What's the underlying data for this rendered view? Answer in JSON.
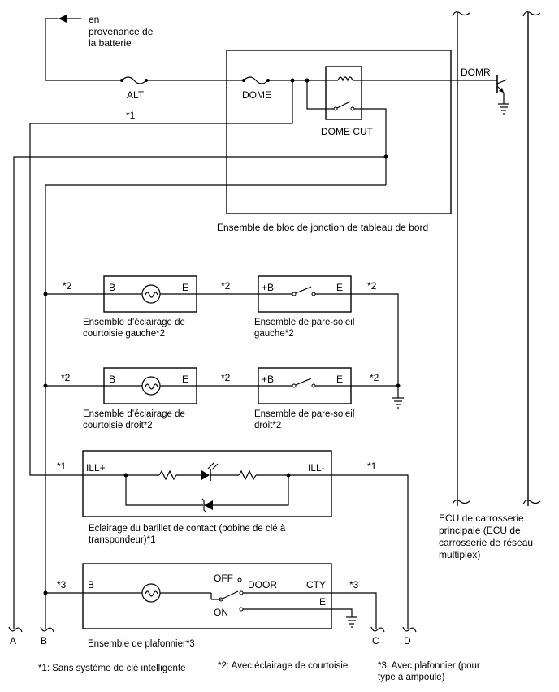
{
  "source": {
    "line1": "en",
    "line2": "provenance de",
    "line3": "la batterie"
  },
  "fuses": {
    "alt": "ALT",
    "dome": "DOME"
  },
  "relay": {
    "label": "DOME CUT"
  },
  "signal": {
    "domr": "DOMR"
  },
  "junction_block": {
    "label": "Ensemble de bloc de jonction de tableau de bord"
  },
  "ecu": {
    "line1": "ECU de carrosserie",
    "line2": "principale (ECU de",
    "line3": "carrosserie de réseau",
    "line4": "multiplex)"
  },
  "marks": {
    "n1": "*1",
    "n2": "*2",
    "n3": "*3"
  },
  "courtesy_left": {
    "b": "B",
    "e": "E",
    "line1": "Ensemble d’éclairage de",
    "line2": "courtoisie gauche*2"
  },
  "visor_left": {
    "b": "+B",
    "e": "E",
    "line1": "Ensemble de pare-soleil",
    "line2": "gauche*2"
  },
  "courtesy_right": {
    "b": "B",
    "e": "E",
    "line1": "Ensemble d’éclairage de",
    "line2": "courtoisie droit*2"
  },
  "visor_right": {
    "b": "+B",
    "e": "E",
    "line1": "Ensemble de pare-soleil",
    "line2": "droit*2"
  },
  "key_cylinder": {
    "pos": "ILL+",
    "neg": "ILL-",
    "line1": "Eclairage du barillet de contact (bobine de clé à",
    "line2": "transpondeur)*1"
  },
  "dome_light": {
    "b": "B",
    "off": "OFF",
    "door": "DOOR",
    "on": "ON",
    "cty": "CTY",
    "e": "E",
    "label": "Ensemble de plafonnier*3"
  },
  "terminals": {
    "a": "A",
    "b": "B",
    "c": "C",
    "d": "D"
  },
  "notes": {
    "n1": "*1: Sans système de clé intelligente",
    "n2": "*2: Avec éclairage de courtoisie",
    "n3_line1": "*3: Avec plafonnier (pour",
    "n3_line2": "type à ampoule)"
  }
}
